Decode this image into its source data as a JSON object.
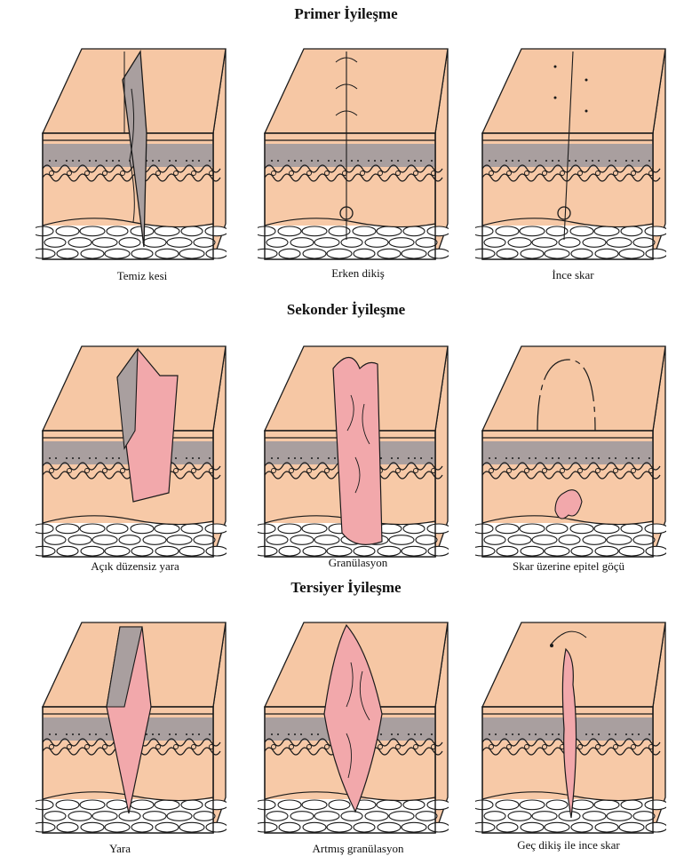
{
  "colors": {
    "skin": "#f7c9a7",
    "skin_top": "#f6c7a4",
    "dermis": "#a99f9f",
    "wound": "#f2a8ab",
    "line": "#1a1a1a"
  },
  "sections": [
    {
      "title": "Primer İyileşme",
      "panels": [
        {
          "caption": "Temiz kesi",
          "type": "clean-cut",
          "icon": "clean-incision-diagram"
        },
        {
          "caption": "Erken dikiş",
          "type": "early-suture",
          "icon": "early-suture-diagram"
        },
        {
          "caption": "İnce skar",
          "type": "thin-scar",
          "icon": "thin-scar-diagram"
        }
      ]
    },
    {
      "title": "Sekonder İyileşme",
      "panels": [
        {
          "caption": "Açık düzensiz yara",
          "type": "open-wound",
          "icon": "open-irregular-wound-diagram"
        },
        {
          "caption": "Granülasyon",
          "type": "granulation",
          "icon": "granulation-diagram"
        },
        {
          "caption": "Skar üzerine epitel göçü",
          "type": "epithelial-migration",
          "icon": "epithelial-migration-diagram"
        }
      ]
    },
    {
      "title": "Tersiyer İyileşme",
      "panels": [
        {
          "caption": "Yara",
          "type": "tertiary-wound",
          "icon": "wound-diagram"
        },
        {
          "caption": "Artmış granülasyon",
          "type": "increased-granulation",
          "icon": "increased-granulation-diagram"
        },
        {
          "caption": "Geç dikiş ile ince skar",
          "type": "delayed-suture",
          "icon": "delayed-suture-scar-diagram"
        }
      ]
    }
  ]
}
